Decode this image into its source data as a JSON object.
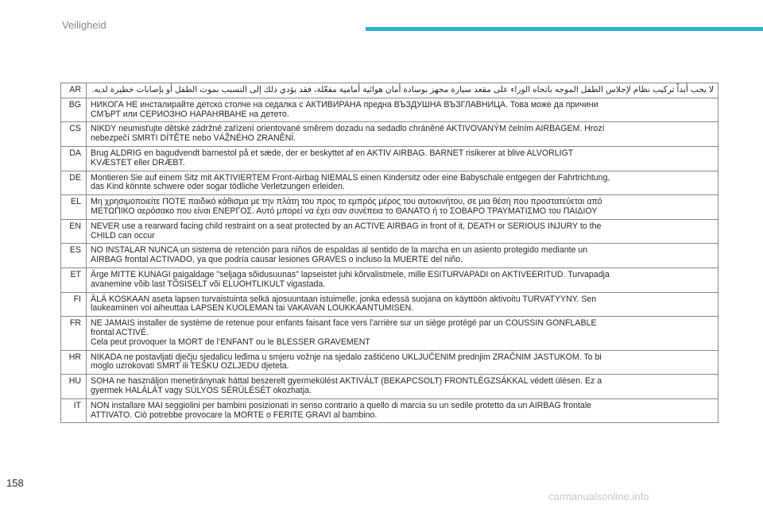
{
  "header": {
    "title": "Veiligheid",
    "accent_color": "#2bb3d4"
  },
  "rows": [
    {
      "code": "AR",
      "text": "لا يجب أبداً تركيب نظام لإجلاس الطفل الموجه باتجاه الوراء على مقعد سيارة مجهز بوسادة أمان هوائية أمامية مفعّلة، فقد يؤدي ذلك إلى التسبب بموت الطفل أو بإصابات خطيرة لديه.",
      "rtl": true
    },
    {
      "code": "BG",
      "text": "НИКОГА НЕ инсталирайте детско столче на седалка с АКТИВИРАНА предна ВЪЗДУШНА ВЪЗГЛАВНИЦА. Това може да причини\nСМЪРТ или СЕРИОЗНО НАРАНЯВАНЕ на детето."
    },
    {
      "code": "CS",
      "text": "NIKDY neumisťujte dětské zádržné zařízení orientované směrem dozadu na sedadlo chráněné AKTIVOVANÝM čelním AIRBAGEM. Hrozí\nnebezpečí SMRTI DÍTĚTE nebo VÁŽNÉHO ZRANĚNÍ."
    },
    {
      "code": "DA",
      "text": "Brug ALDRIG  en bagudvendt barnestol på et sæde, der er beskyttet af en AKTIV AIRBAG. BARNET risikerer at blive ALVORLIGT\nKVÆSTET eller DRÆBT."
    },
    {
      "code": "DE",
      "text": "Montieren Sie auf einem Sitz mit AKTIVIERTEM Front-Airbag NIEMALS einen Kindersitz oder eine Babyschale entgegen der Fahrtrichtung,\ndas Kind könnte schwere oder sogar tödliche Verletzungen erleiden."
    },
    {
      "code": "EL",
      "text": "Μη χρησιμοποιείτε ΠΟΤΕ παιδικό κάθισμα με την πλάτη του προς το εμπρός μέρος του αυτοκινήτου, σε μια θέση που προστατεύεται από\nΜΕΤΩΠΙΚΟ αερόσακο που είναι ΕΝΕΡΓΟΣ. Αυτό μπορεί να έχει σαν συνέπεια το ΘΑΝΑΤΟ ή το ΣΟΒΑΡΟ ΤΡΑΥΜΑΤΙΣΜΟ του ΠΑΙΔΙΟΥ"
    },
    {
      "code": "EN",
      "text": "NEVER use a rearward facing child restraint on a seat protected by an ACTIVE AIRBAG in front of it, DEATH or SERIOUS INJURY to the\nCHILD can occur"
    },
    {
      "code": "ES",
      "text": "NO INSTALAR NUNCA un sistema de retención para niños de espaldas al sentido de la marcha en un asiento protegido mediante un\nAIRBAG frontal ACTIVADO, ya que podría causar lesiones GRAVES o incluso la MUERTE del niño."
    },
    {
      "code": "ET",
      "text": "Ärge MITTE KUNAGI paigaldage \"seljaga sõidusuunas\" lapseistet juhi kõrvalistmele, mille ESITURVAPADI on AKTIVEERITUD. Turvapadja\navanemine võib last TÕSISELT või ELUOHTLIKULT vigastada."
    },
    {
      "code": "FI",
      "text": "ÄLÄ KOSKAAN aseta lapsen turvaistuinta selkä ajosuuntaan istuimelle, jonka edessä suojana on käyttöön aktivoitu TURVATYYNY. Sen\nlaukeaminen voi aiheuttaa LAPSEN KUOLEMAN tai VAKAVAN LOUKKAANTUMISEN."
    },
    {
      "code": "FR",
      "text": "NE JAMAIS installer de système de retenue pour enfants faisant face vers l’arrière sur un siège protégé par un COUSSIN GONFLABLE\nfrontal ACTIVÉ.\nCela peut provoquer la MORT de l’ENFANT ou le BLESSER GRAVEMENT"
    },
    {
      "code": "HR",
      "text": "NIKADA ne postavljati dječju sjedalicu leđima u smjeru vožnje na sjedalo zaštićeno UKLJUČENIM prednjim ZRAČNIM JASTUKOM. To bi\nmoglo uzrokovati SMRT ili TEŠKU OZLJEDU djeteta."
    },
    {
      "code": "HU",
      "text": "SOHA ne használjon menetiránynak háttal beszerelt gyermekülést AKTIVÁLT (BEKAPCSOLT) FRONTLÉGZSÁKKAL védett ülésen. Ez a\ngyermek HALÁLÁT vagy SÚLYOS SÉRÜLÉSÉT okozhatja."
    },
    {
      "code": "IT",
      "text": "NON installare MAI seggiolini per bambini posizionati in senso contrario a quello di marcia su un sedile protetto da un AIRBAG frontale\nATTIVATO. Ciò potrebbe provocare la MORTE o FERITE GRAVI al bambino."
    }
  ],
  "footer": {
    "page_number": "158",
    "watermark": "carmanualsonline.info"
  }
}
